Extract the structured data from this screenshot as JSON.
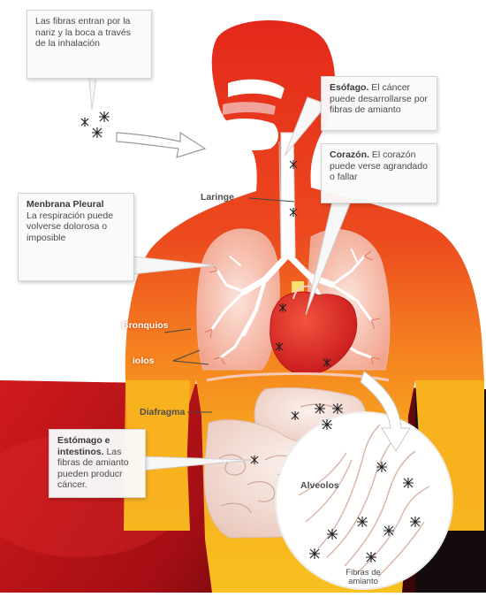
{
  "callouts": {
    "inhalation": "Las fibras entran por la nariz y la boca a través de la inhalación",
    "esofago_title": "Esófago.",
    "esofago_text": "El cáncer puede desarrollarse por fibras de amianto",
    "corazon_title": "Corazón.",
    "corazon_text": "El corazón puede verse agrandado o fallar",
    "pleural_title": "Menbrana Pleural",
    "pleural_text": "La respiración puede volverse dolorosa o imposible",
    "estomago_title": "Estómago e intestinos.",
    "estomago_text": "Las fibras de amianto pueden producr cáncer."
  },
  "labels": {
    "laringe": "Laringe",
    "bronquios": "Bronquios",
    "bronquiolos": "iolos",
    "diafragma": "Diafragma",
    "alveolos": "Alveolos",
    "fibras": "Fibras de amianto"
  },
  "colors": {
    "body_top": "#e8341c",
    "body_mid": "#f3711f",
    "body_bottom": "#f7b21c",
    "background_red": "#c4151b",
    "background_dark": "#111111"
  }
}
